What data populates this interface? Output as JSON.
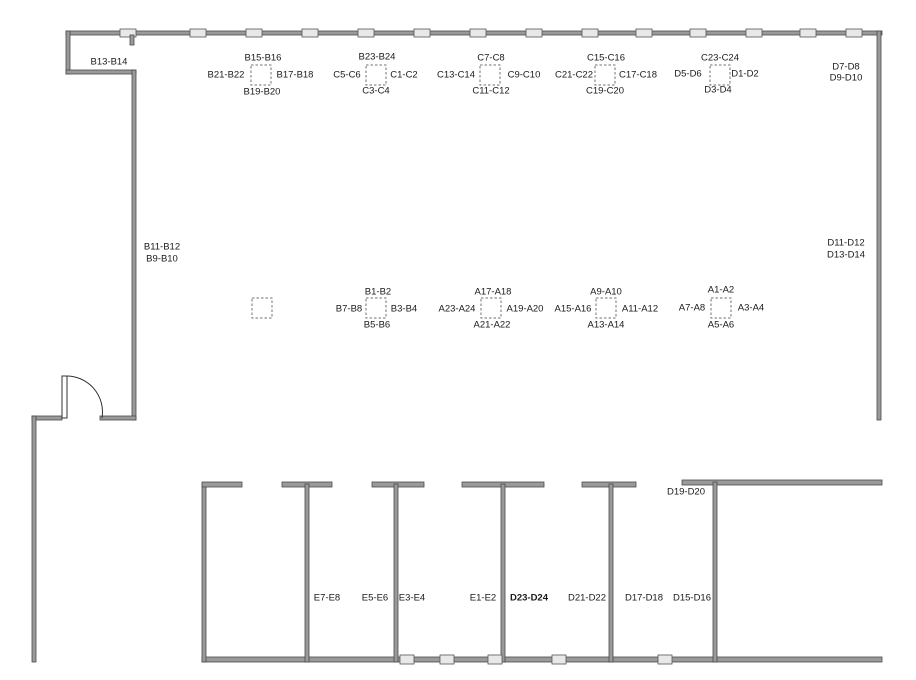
{
  "labels": {
    "b13_b14": "B13-B14",
    "b15_b16": "B15-B16",
    "b21_b22": "B21-B22",
    "b17_b18": "B17-B18",
    "b19_b20": "B19-B20",
    "b23_b24": "B23-B24",
    "c5_c6": "C5-C6",
    "c1_c2": "C1-C2",
    "c3_c4": "C3-C4",
    "c7_c8": "C7-C8",
    "c13_c14": "C13-C14",
    "c9_c10": "C9-C10",
    "c11_c12": "C11-C12",
    "c15_c16": "C15-C16",
    "c21_c22": "C21-C22",
    "c17_c18": "C17-C18",
    "c19_c20": "C19-C20",
    "c23_c24": "C23-C24",
    "d5_d6": "D5-D6",
    "d1_d2": "D1-D2",
    "d3_d4": "D3-D4",
    "d7_d8": "D7-D8",
    "d9_d10": "D9-D10",
    "b11_b12": "B11-B12",
    "b9_b10": "B9-B10",
    "d11_d12": "D11-D12",
    "d13_d14": "D13-D14",
    "b1_b2": "B1-B2",
    "b7_b8": "B7-B8",
    "b3_b4": "B3-B4",
    "b5_b6": "B5-B6",
    "a17_a18": "A17-A18",
    "a23_a24": "A23-A24",
    "a19_a20": "A19-A20",
    "a21_a22": "A21-A22",
    "a9_a10": "A9-A10",
    "a15_a16": "A15-A16",
    "a11_a12": "A11-A12",
    "a13_a14": "A13-A14",
    "a1_a2": "A1-A2",
    "a7_a8": "A7-A8",
    "a3_a4": "A3-A4",
    "a5_a6": "A5-A6",
    "d19_d20": "D19-D20",
    "e7_e8": "E7-E8",
    "e5_e6": "E5-E6",
    "e3_e4": "E3-E4",
    "e1_e2": "E1-E2",
    "d23_d24": "D23-D24",
    "d21_d22": "D21-D22",
    "d17_d18": "D17-D18",
    "d15_d16": "D15-D16"
  }
}
